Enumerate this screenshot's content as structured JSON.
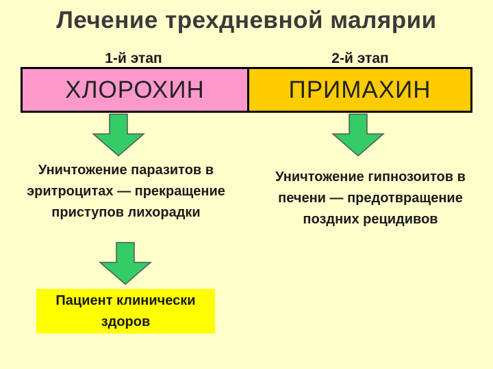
{
  "title": "Лечение трехдневной малярии",
  "stages": [
    {
      "label": "1-й этап",
      "drug": "ХЛОРОХИН",
      "effect": "Уничтожение паразитов в эритроцитах — прекращение приступов лихорадки"
    },
    {
      "label": "2-й этап",
      "drug": "ПРИМАХИН",
      "effect": "Уничтожение гипнозоитов в печени — предотвращение поздних рецидивов"
    }
  ],
  "outcome": {
    "line1": "Пациент клинически",
    "line2": "здоров"
  },
  "colors": {
    "background": "#ffffcc",
    "stage1_drug": "#ff99cc",
    "stage2_drug": "#ffcc00",
    "arrow": "#33cc66",
    "outcome": "#ffff00"
  },
  "icons": {
    "arrow": "down-arrow-icon"
  }
}
